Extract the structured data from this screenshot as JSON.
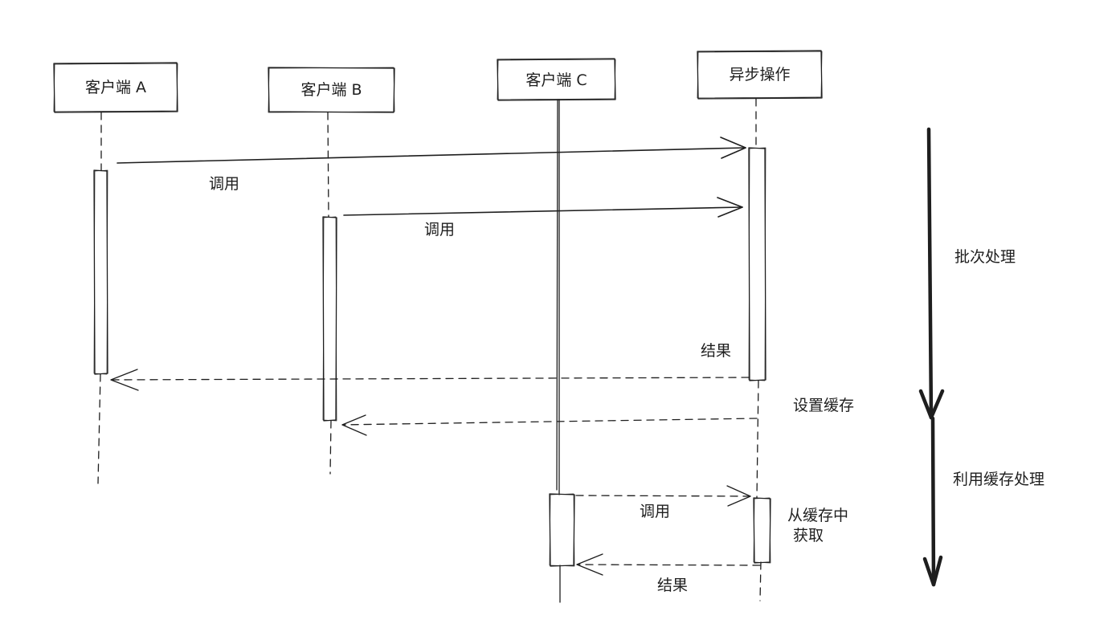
{
  "participants": {
    "a": "客户端 A",
    "b": "客户端 B",
    "c": "客户端 C",
    "async": "异步操作"
  },
  "messages": {
    "call_a": "调用",
    "call_b": "调用",
    "result_1": "结果",
    "set_cache": "设置缓存",
    "call_c": "调用",
    "from_cache_line1": "从缓存中",
    "from_cache_line2": "获取",
    "result_2": "结果"
  },
  "phases": {
    "batch": "批次处理",
    "use_cache": "利用缓存处理"
  },
  "colors": {
    "stroke": "#1e1e1e",
    "background": "#ffffff"
  }
}
